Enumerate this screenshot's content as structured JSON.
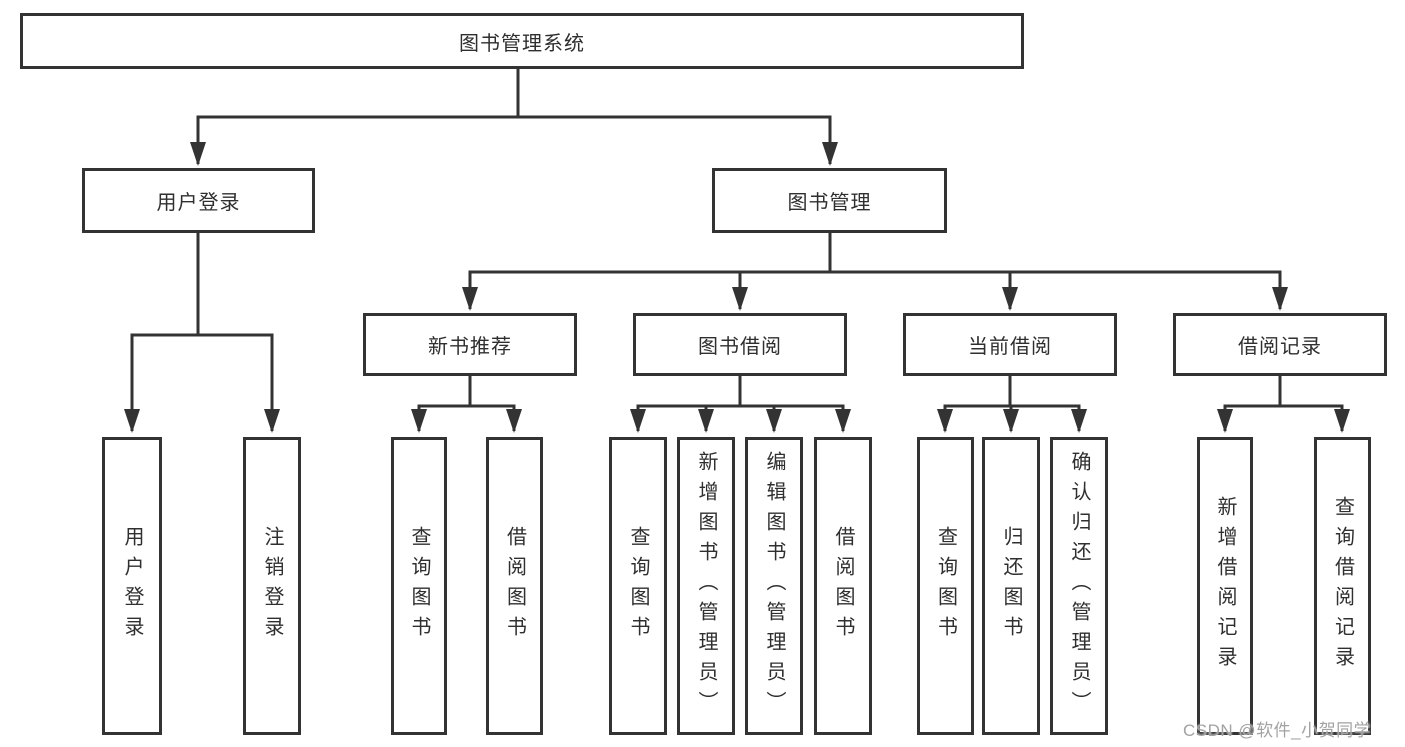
{
  "colors": {
    "line": "#333333",
    "box_border": "#333333",
    "box_background": "#ffffff",
    "text": "#2f2f2f",
    "watermark": "#a2a2a2",
    "page_background": "#ffffff"
  },
  "watermark": "CSDN @软件_小贺同学",
  "nodes": {
    "root": {
      "label": "图书管理系统"
    },
    "user_login": {
      "label": "用户登录"
    },
    "book_management": {
      "label": "图书管理"
    },
    "new_book_recommend": {
      "label": "新书推荐"
    },
    "book_borrowing": {
      "label": "图书借阅"
    },
    "current_borrowing": {
      "label": "当前借阅"
    },
    "borrowing_records": {
      "label": "借阅记录"
    },
    "leaf_user_login": {
      "label": "用户登录"
    },
    "leaf_logout": {
      "label": "注销登录"
    },
    "leaf_query_books_recommend": {
      "label": "查询图书"
    },
    "leaf_borrow_books_recommend": {
      "label": "借阅图书"
    },
    "leaf_query_books_borrowing": {
      "label": "查询图书"
    },
    "leaf_add_books_admin": {
      "label": "新增图书（管理员）"
    },
    "leaf_edit_books_admin": {
      "label": "编辑图书（管理员）"
    },
    "leaf_borrow_books_borrowing": {
      "label": "借阅图书"
    },
    "leaf_query_books_current": {
      "label": "查询图书"
    },
    "leaf_return_books": {
      "label": "归还图书"
    },
    "leaf_confirm_return_admin": {
      "label": "确认归还（管理员）"
    },
    "leaf_add_borrow_record": {
      "label": "新增借阅记录"
    },
    "leaf_query_borrow_record": {
      "label": "查询借阅记录"
    }
  }
}
